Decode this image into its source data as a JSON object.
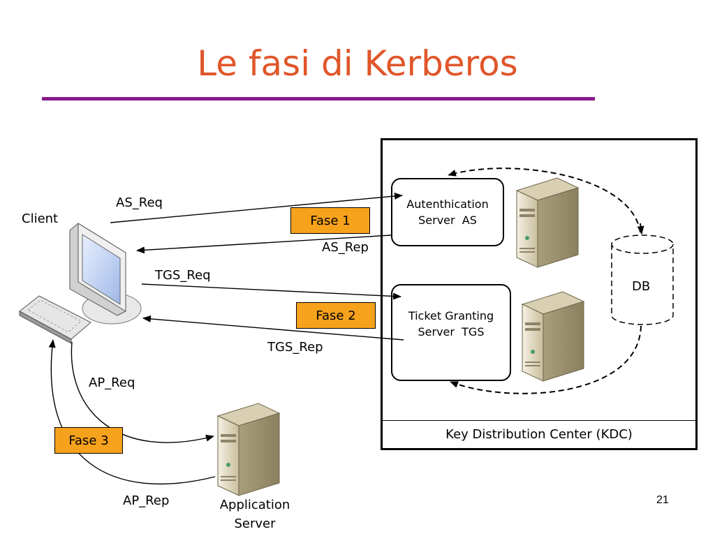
{
  "slide": {
    "title": "Le fasi di Kerberos",
    "page_number": "21"
  },
  "diagram": {
    "client": "Client",
    "messages": {
      "as_req": "AS_Req",
      "as_rep": "AS_Rep",
      "tgs_req": "TGS_Req",
      "tgs_rep": "TGS_Rep",
      "ap_req": "AP_Req",
      "ap_rep": "AP_Rep"
    },
    "phases": {
      "fase1": "Fase 1",
      "fase2": "Fase 2",
      "fase3": "Fase 3"
    },
    "as_server": {
      "line1": "Autenthication",
      "line2": "Server  AS"
    },
    "tgs_server": {
      "line1": "Ticket Granting",
      "line2": "Server  TGS"
    },
    "db": "DB",
    "kdc": "Key Distribution Center (KDC)",
    "app_server": {
      "line1": "Application",
      "line2": "Server"
    },
    "colors": {
      "title": "#e0562a",
      "rule": "#8a1a8a",
      "phase_fill": "#f7a21c"
    },
    "icons": [
      "desktop-computer-icon",
      "keyboard-icon",
      "server-tower-icon",
      "database-cylinder-icon"
    ]
  }
}
